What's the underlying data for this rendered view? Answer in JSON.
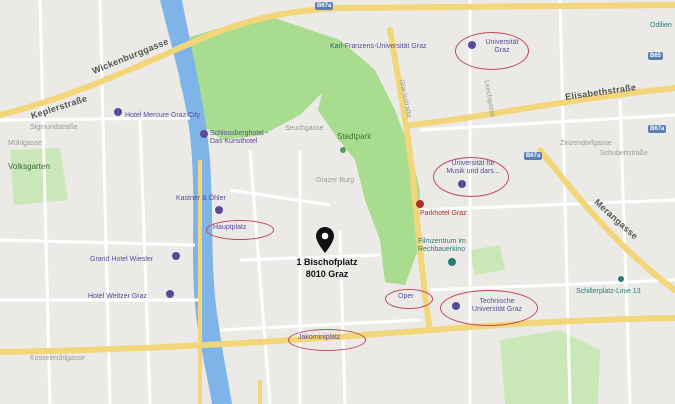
{
  "colors": {
    "park": "#a8dc8e",
    "land": "#eceae6",
    "river": "#7fb4e8",
    "major_road": "#f3d57a",
    "minor_road": "#ffffff",
    "highlight_circle": "#c0455a",
    "marker": "#111111"
  },
  "streets": {
    "wickenburggasse": "Wickenburggasse",
    "keplerstrasse": "Keplerstraße",
    "elisabethstrasse": "Elisabethstraße",
    "glacisstrasse": "Glacisstraße",
    "merangasse": "Merangasse",
    "seuchgasse": "Seuchgasse",
    "volksgarten": "Volksgarten",
    "muehlgang": "Mühlgasse",
    "sigmundstrasse": "Sigmundstraße",
    "kosselnmuehlgasse": "Kosselmühlgasse",
    "zinzendorfgasse": "Zinzendorfgasse",
    "leechgasse": "Leechgasse",
    "schubertstrasse": "Schubertstraße"
  },
  "badges": [
    "B67a",
    "B65",
    "B67a",
    "B67a"
  ],
  "pois": {
    "karl_franzens": "Karl-Franzens-Universität Graz",
    "universitaet_graz": "Universität Graz",
    "hotel_mercure": "Hotel Mercure Graz City",
    "schlossberghotel": "Schlossberghotel - Das Kunsthotel",
    "stadtpark": "Stadtpark",
    "uni_musik": "Universität für Musik und dars...",
    "kastner": "Kastner & Öhler",
    "hauptplatz": "Hauptplatz",
    "parkhotel": "Parkhotel Graz",
    "filmzentrum": "Filmzentrum im Rechbauerkino",
    "grand_hotel": "Grand Hotel Wiesler",
    "hotel_weitzer": "Hotel Weitzer Graz",
    "oper": "Oper",
    "tu_graz": "Technische Universität Graz",
    "schillerplatz": "Schillerplatz-Linie 13",
    "jakominiplatz": "Jakominiplatz",
    "grazer_burg": "Grazer Burg",
    "odilien": "Odilien"
  },
  "marker": {
    "line1": "1 Bischofplatz",
    "line2": "8010 Graz"
  }
}
